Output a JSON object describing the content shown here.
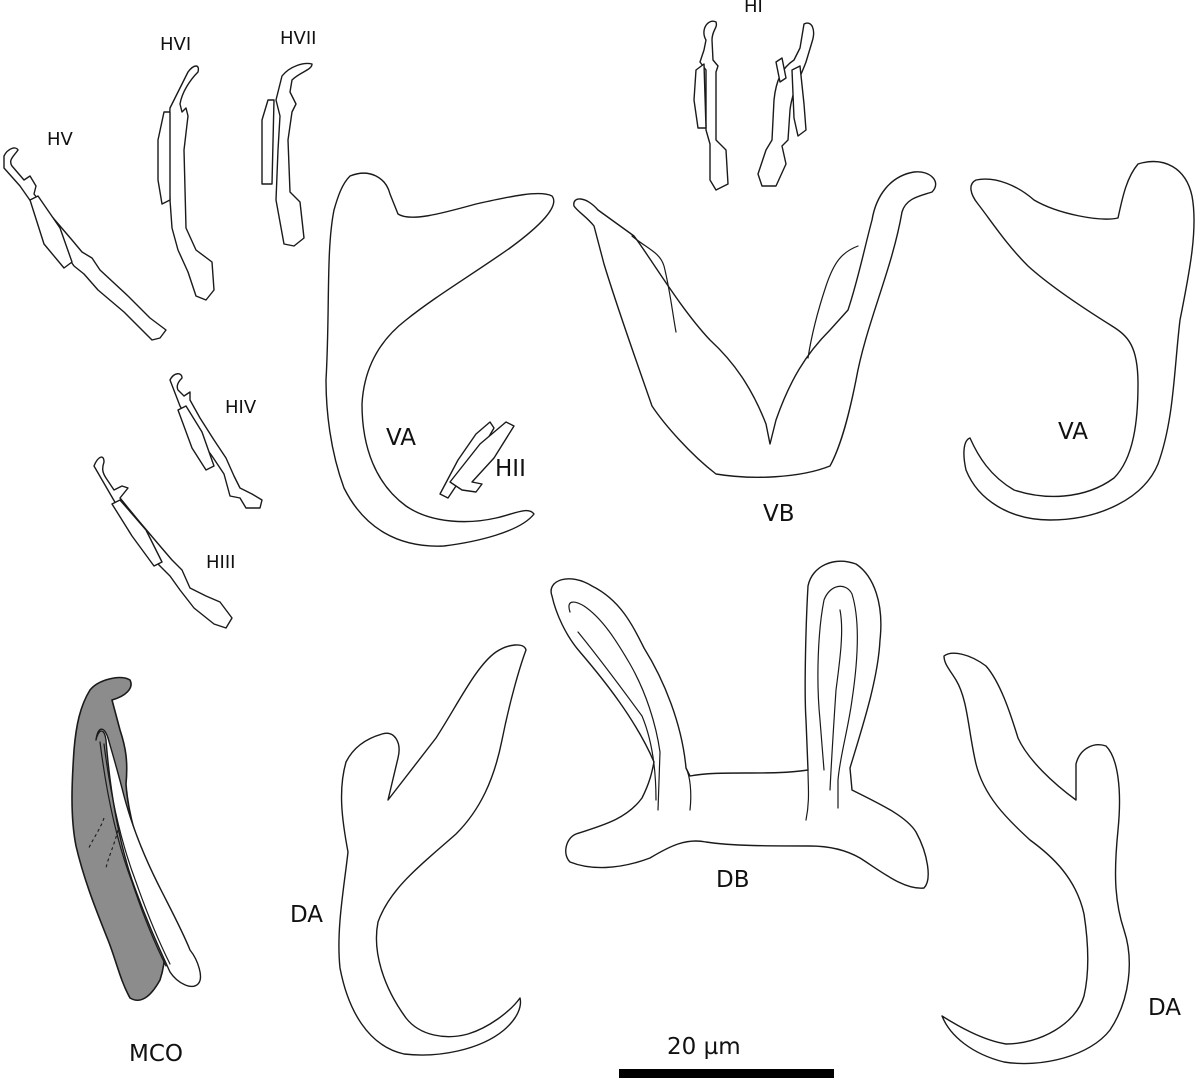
{
  "labels": {
    "HI": "HI",
    "HII": "HII",
    "HIII": "HIII",
    "HIV": "HIV",
    "HV": "HV",
    "HVI": "HVI",
    "HVII": "HVII",
    "VA_left": "VA",
    "VA_right": "VA",
    "VB": "VB",
    "DA_left": "DA",
    "DA_right": "DA",
    "DB": "DB",
    "MCO": "MCO"
  },
  "scale_bar": {
    "label": "20 µm",
    "color": "#000000"
  },
  "colors": {
    "line": "#1a1a1a",
    "mco_fill": "#8c8c8c",
    "background": "#ffffff"
  }
}
